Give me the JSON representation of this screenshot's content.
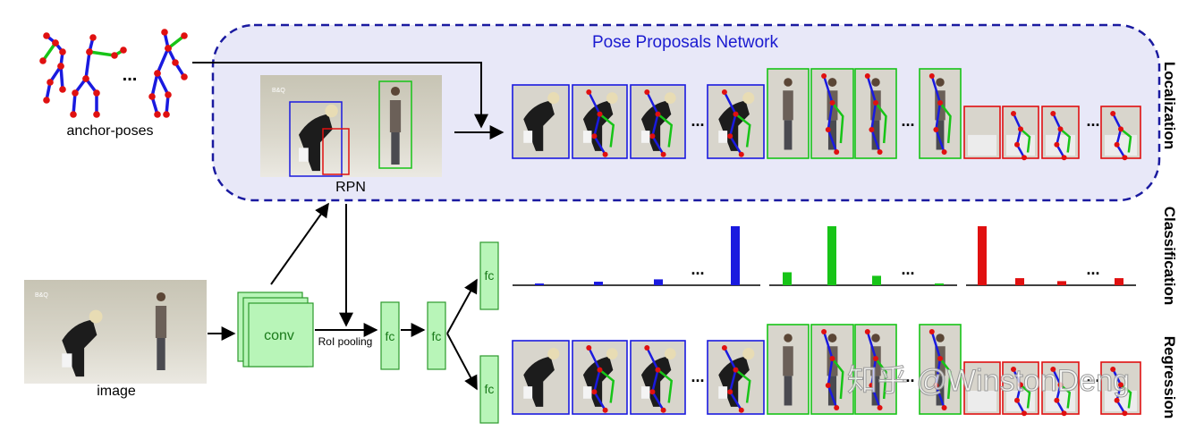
{
  "network": {
    "title": "Pose Proposals Network",
    "rpn_label": "RPN",
    "anchor_label": "anchor-poses",
    "image_label": "image",
    "conv_label": "conv",
    "roi_label": "RoI pooling",
    "fc_label": "fc",
    "ellipsis": "..."
  },
  "side_labels": {
    "localization": "Localization",
    "classification": "Classification",
    "regression": "Regression"
  },
  "watermark": "知乎 @WinstonDeng",
  "image_badge": "B&Q",
  "colors": {
    "blue": "#1a1adf",
    "green": "#17c417",
    "red": "#e01010",
    "dashed": "#1a1aa0",
    "region": "#e8e8f8",
    "fc_fill": "#b8f5b8",
    "fc_stroke": "#2c9a2c"
  },
  "chart_data": {
    "type": "bar",
    "groups": [
      {
        "color": "blue",
        "values": [
          0.03,
          0.06,
          0.1,
          1.0
        ]
      },
      {
        "color": "green",
        "values": [
          0.22,
          1.0,
          0.16,
          0.03
        ]
      },
      {
        "color": "red",
        "values": [
          1.0,
          0.12,
          0.07,
          0.12
        ]
      }
    ]
  }
}
